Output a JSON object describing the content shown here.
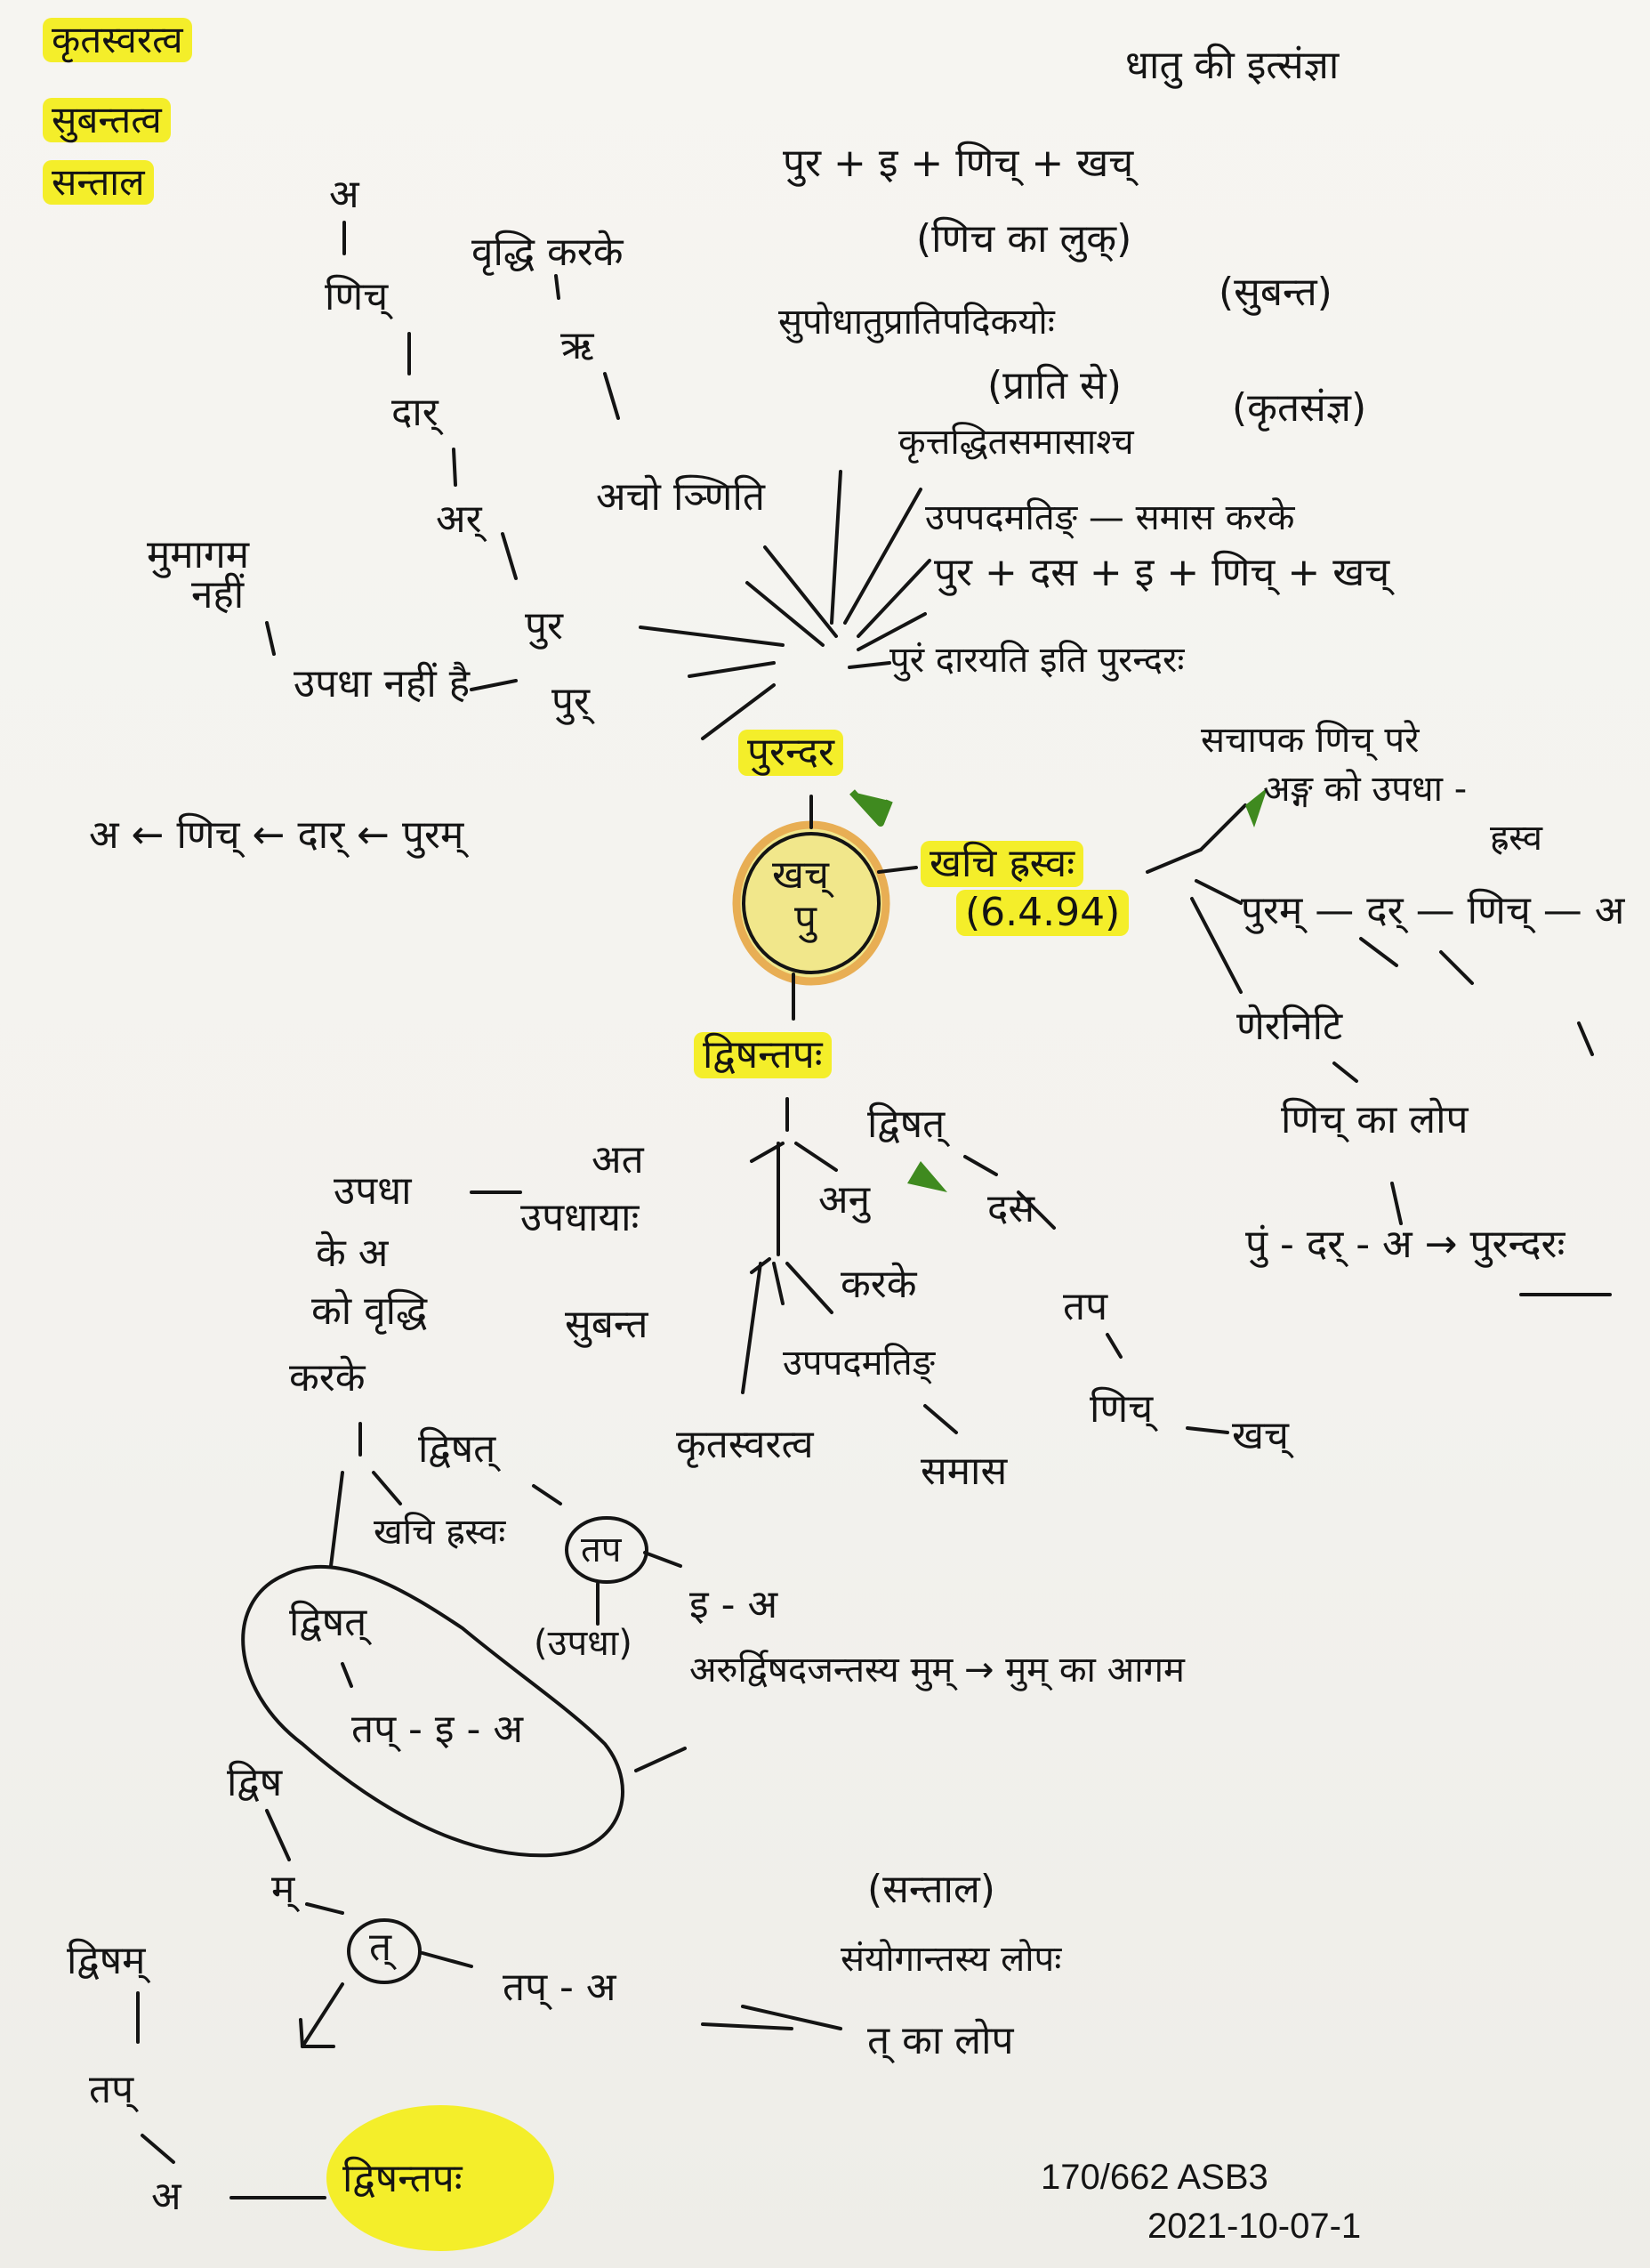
{
  "tags": [
    "कृतस्वरत्व",
    "सुबन्तत्व",
    "सन्ताल"
  ],
  "top": {
    "note_right": "धातु की इत्संज्ञा",
    "eq1": "पुर + इ + णिच् + खच्",
    "paren1": "(णिच का लुक्)",
    "rule1": "सुपोधातुप्रातिपदिकयोः",
    "paren_subanta": "(सुबन्त)",
    "paren_prati": "(प्राति से)",
    "rule2": "कृत्तद्धितसमासाश्च",
    "paren_krt": "(कृतसंज्ञ)",
    "upapada": "उपपदमतिङ् — समास करके",
    "eq2": "पुर + दस + इ + णिच् + खच्",
    "result": "पुरं दारयति इति पुरन्दरः",
    "a": "अ",
    "vrddhi": "वृद्धि करके",
    "nic": "णिच्",
    "r": "ऋ",
    "dar": "दार्",
    "ar": "अर्",
    "aco": "अचो ञ्णिति",
    "musagama": "मुमागम",
    "nahi": "नहीं",
    "pur1": "पुर",
    "pur2": "पुर्",
    "upadha_nahi": "उपधा नहीं है",
    "bottom_chain": "अ ← णिच् ← दार् ← पुरम्"
  },
  "center": {
    "word": "पुरन्दर",
    "circle_top": "खच्",
    "circle_bottom": "पु",
    "rule": "खचि ह्रस्वः",
    "rule_num": "(6.4.94)",
    "right_note1": "सचापक णिच् परे",
    "right_note2": "अङ्ग को उपधा -",
    "right_note3": "ह्रस्व",
    "chain1": "पुरम् — दर् — णिच् — अ",
    "nernit": "णेरनिटि",
    "nic_lopa": "णिच् का लोप",
    "final": "पुं - दर् - अ → पुरन्दरः"
  },
  "lower": {
    "title": "द्विषन्तपः",
    "dvisat": "द्विषत्",
    "anu": "अनु",
    "dasa": "दस",
    "tap": "तप",
    "nic": "णिच्",
    "khac": "खच्",
    "ata": "अत",
    "upadha": "उपधा",
    "upadhayah": "उपधायाः",
    "ke_a": "के अ",
    "ko_vrddhi": "को वृद्धि",
    "karke": "करके",
    "karke2": "करके",
    "subanta": "सुबन्त",
    "upapadam": "उपपदमतिङ्",
    "krtsvara": "कृतस्वरत्व",
    "samasa": "समास"
  },
  "bottom": {
    "dvisat": "द्विषत्",
    "khaci_hrasvah": "खचि ह्रस्वः",
    "tap_circle": "तप",
    "i_a": "इ - अ",
    "upadha_paren": "(उपधा)",
    "blob_dvisat": "द्विषत्",
    "blob_chain": "तप् - इ - अ",
    "mum_rule": "अरुर्द्विषदजन्तस्य मुम् → मुम् का आगम",
    "dvisa": "द्विष",
    "m": "म्",
    "t": "त्",
    "tap_a": "तप् - अ",
    "santala": "(सन्ताल)",
    "samyoga": "संयोगान्तस्य लोपः",
    "t_lopa": "त् का लोप",
    "dvisam": "द्विषम्",
    "tap": "तप्",
    "a": "अ",
    "final": "द्विषन्तपः",
    "ref": "170/662 ASB3",
    "date": "2021-10-07-1"
  },
  "colors": {
    "ink": "#141414",
    "highlight": "#f4ee2a",
    "circle": "#e6a23a",
    "arrow": "#3f8a1f"
  }
}
